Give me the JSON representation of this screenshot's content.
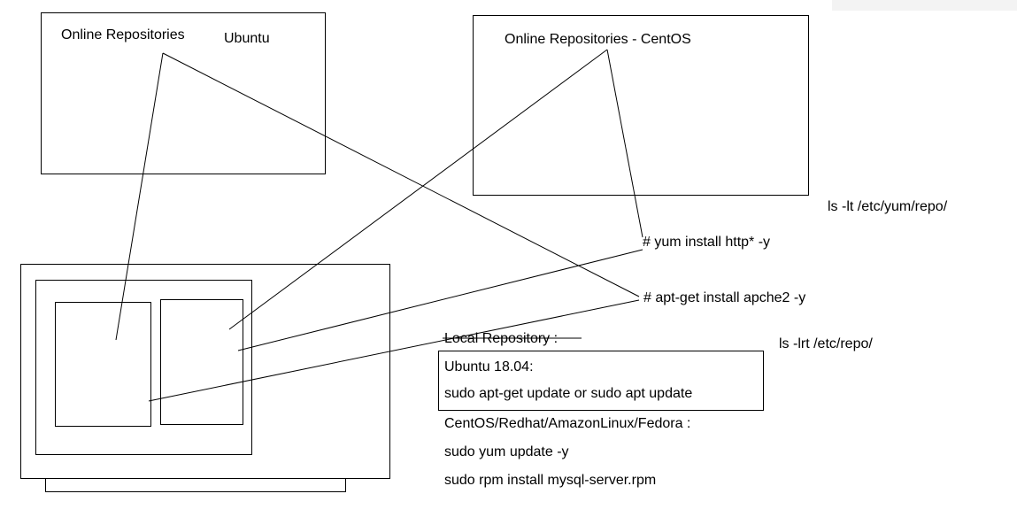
{
  "repos": {
    "ubuntu": {
      "label_a": "Online Repositories",
      "label_b": "Ubuntu"
    },
    "centos": {
      "label": "Online Repositories - CentOS"
    }
  },
  "commands": {
    "yum_install": "# yum install http* -y",
    "apt_install": "# apt-get install apche2 -y",
    "ls_yum": "ls -lt /etc/yum/repo/",
    "ls_repo": "ls -lrt /etc/repo/"
  },
  "local_repo": {
    "title": "Local Repository :",
    "ubuntu_version": "Ubuntu 18.04:",
    "ubuntu_update": "sudo apt-get update  or sudo apt update",
    "rhel_family": "CentOS/Redhat/AmazonLinux/Fedora :",
    "yum_update": "sudo yum update -y",
    "rpm_install": "sudo rpm install mysql-server.rpm"
  }
}
